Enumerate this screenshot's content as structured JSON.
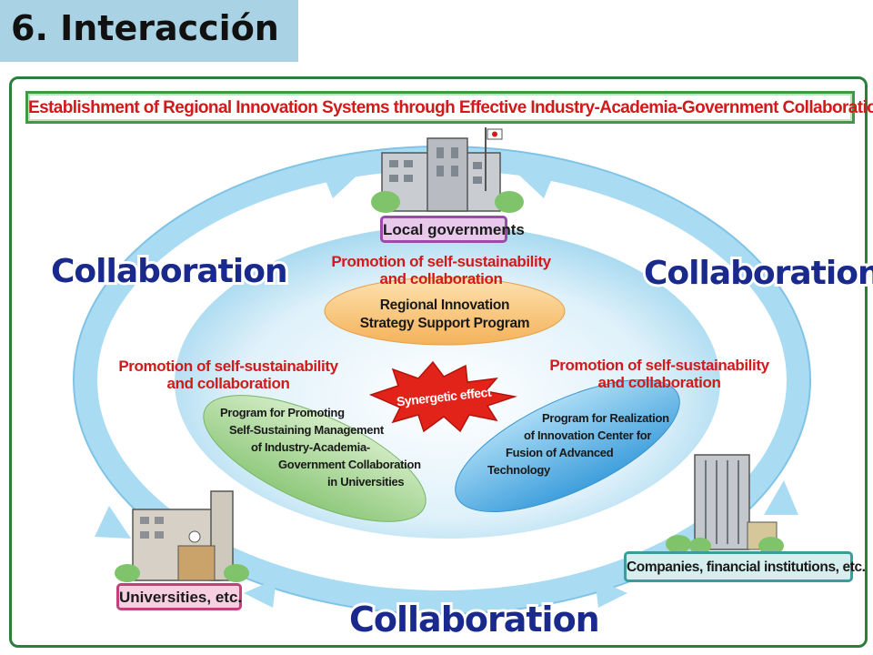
{
  "slide": {
    "title": "6. Interacción"
  },
  "banner": {
    "text": "Establishment of Regional Innovation Systems through Effective Industry-Academia-Government Collaboration"
  },
  "collaboration": {
    "left": "Collaboration",
    "right": "Collaboration",
    "bottom": "Collaboration"
  },
  "actors": {
    "local_governments": "Local governments",
    "universities": "Universities, etc.",
    "companies": "Companies, financial institutions, etc."
  },
  "promotion": {
    "top": [
      "Promotion of self-sustainability",
      "and collaboration"
    ],
    "left": [
      "Promotion of self-sustainability",
      "and collaboration"
    ],
    "right": [
      "Promotion of self-sustainability",
      "and collaboration"
    ]
  },
  "programs": {
    "regional": [
      "Regional Innovation",
      "Strategy Support Program"
    ],
    "universities": [
      "Program for Promoting",
      "Self-Sustaining Management",
      "of Industry-Academia-",
      "Government Collaboration",
      "in Universities"
    ],
    "innovation_center": [
      "Program for Realization",
      "of Innovation Center for",
      "Fusion of Advanced",
      "Technology"
    ]
  },
  "synergy": {
    "text": "Synergetic effect"
  },
  "colors": {
    "ring": "#8fd0ee",
    "arrow": "#a9dcf3",
    "frame": "#2a7f3c",
    "regional_fill": "#f7c277",
    "universities_fill": "#9dd08c",
    "center_fill": "#5ab2e6",
    "promotion_text": "#d11a1a",
    "collab_text": "#1a2a8c",
    "burst": "#e2231a"
  }
}
